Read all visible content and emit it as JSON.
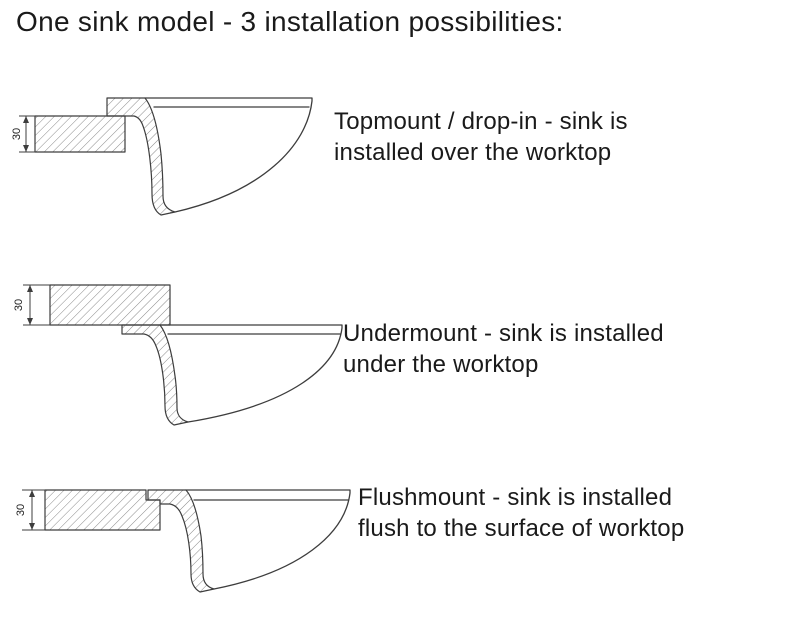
{
  "title": "One sink model - 3 installation possibilities:",
  "rows": [
    {
      "id": "topmount",
      "lines": [
        "Topmount / drop-in - sink is",
        "installed over the worktop"
      ],
      "dimension_label": "30"
    },
    {
      "id": "undermount",
      "lines": [
        "Undermount - sink is installed",
        "under the worktop"
      ],
      "dimension_label": "30"
    },
    {
      "id": "flushmount",
      "lines": [
        "Flushmount - sink is installed",
        "flush to the surface of worktop"
      ],
      "dimension_label": "30"
    }
  ],
  "colors": {
    "background": "#ffffff",
    "line": "#3d3d3d",
    "text": "#1a1a1a"
  }
}
